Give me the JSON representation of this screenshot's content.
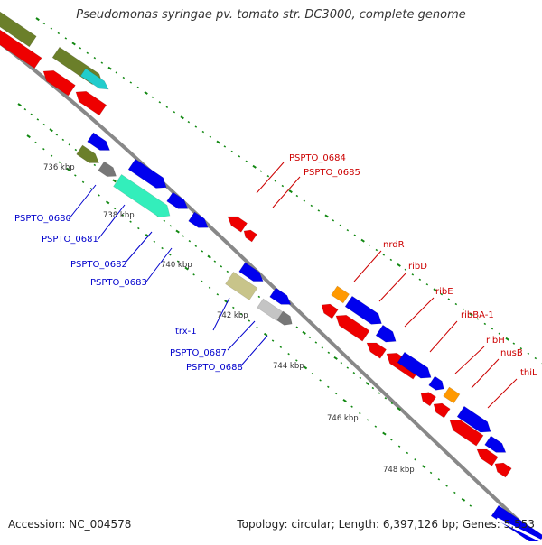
{
  "title": "Pseudomonas syringae pv. tomato str. DC3000, complete genome",
  "footer": {
    "accession": "Accession: NC_004578",
    "summary": "Topology: circular; Length: 6,397,126 bp; Genes: 5,553"
  },
  "colors": {
    "forward_gene": "#0000ee",
    "reverse_gene": "#ee0000",
    "cds_olive": "#6b7f2a",
    "cds_grey": "#777777",
    "cds_aqua": "#33eebb",
    "cds_khaki": "#c8c48a",
    "cds_lightgrey": "#c4c4c4",
    "cds_orange": "#ff9900",
    "cds_cyan": "#22cccc",
    "backbone": "#888888",
    "ticks": "#118811",
    "label_forward": "#0000cc",
    "label_reverse": "#cc0000"
  },
  "kbp_ticks": [
    {
      "label": "736 kbp"
    },
    {
      "label": "738 kbp"
    },
    {
      "label": "740 kbp"
    },
    {
      "label": "742 kbp"
    },
    {
      "label": "744 kbp"
    },
    {
      "label": "746 kbp"
    },
    {
      "label": "748 kbp"
    }
  ],
  "forward_labels": [
    {
      "text": "PSPTO_0680"
    },
    {
      "text": "PSPTO_0681"
    },
    {
      "text": "PSPTO_0682"
    },
    {
      "text": "PSPTO_0683"
    },
    {
      "text": "trx-1"
    },
    {
      "text": "PSPTO_0687"
    },
    {
      "text": "PSPTO_0688"
    }
  ],
  "reverse_labels": [
    {
      "text": "PSPTO_0684"
    },
    {
      "text": "PSPTO_0685"
    },
    {
      "text": "nrdR"
    },
    {
      "text": "ribD"
    },
    {
      "text": "ribE"
    },
    {
      "text": "ribBA-1"
    },
    {
      "text": "ribH"
    },
    {
      "text": "nusB"
    },
    {
      "text": "thiL"
    }
  ]
}
